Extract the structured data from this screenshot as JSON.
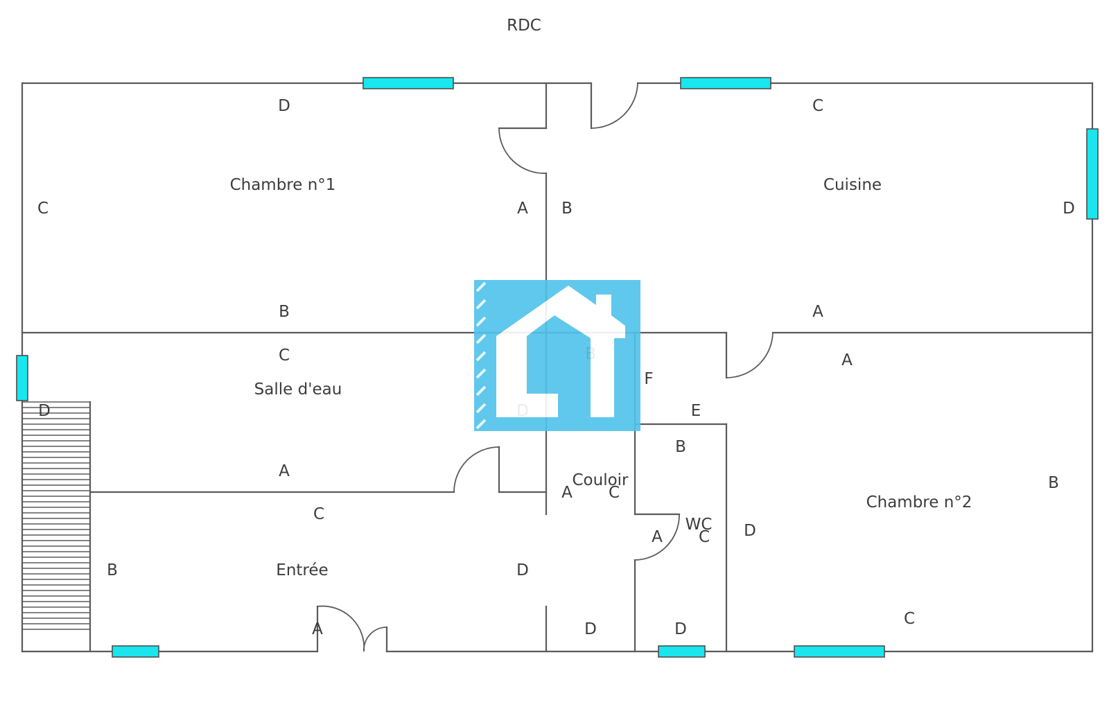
{
  "title": "RDC",
  "rooms": {
    "chambre1": "Chambre n°1",
    "cuisine": "Cuisine",
    "salle_eau": "Salle d'eau",
    "entree": "Entrée",
    "couloir": "Couloir",
    "wc": "WC",
    "chambre2": "Chambre n°2"
  },
  "wall_labels": {
    "ch1_top": "D",
    "ch1_left": "C",
    "ch1_right": "A",
    "ch1_bottom": "B",
    "cui_top": "C",
    "cui_left": "B",
    "cui_right": "D",
    "cui_bottom": "A",
    "se_top": "C",
    "se_left": "D",
    "se_right": "D",
    "se_bottom": "A",
    "ent_top": "C",
    "ent_left": "B",
    "ent_right": "D",
    "ent_bottom": "A",
    "cou_top": "B",
    "cou_right": "F",
    "cou_left": "A",
    "cou_c": "C",
    "cou_bottom": "D",
    "wc_top": "B",
    "wc_left": "A",
    "wc_right": "C",
    "wc_bottom": "D",
    "wc_e": "E",
    "ch2_top": "A",
    "ch2_left": "D",
    "ch2_right": "B",
    "ch2_bottom": "C"
  },
  "colors": {
    "window": "#19e6ee",
    "watermark": "#4fc3ea",
    "wall": "#5a5a5a"
  },
  "watermark_icon": "house-logo-icon"
}
